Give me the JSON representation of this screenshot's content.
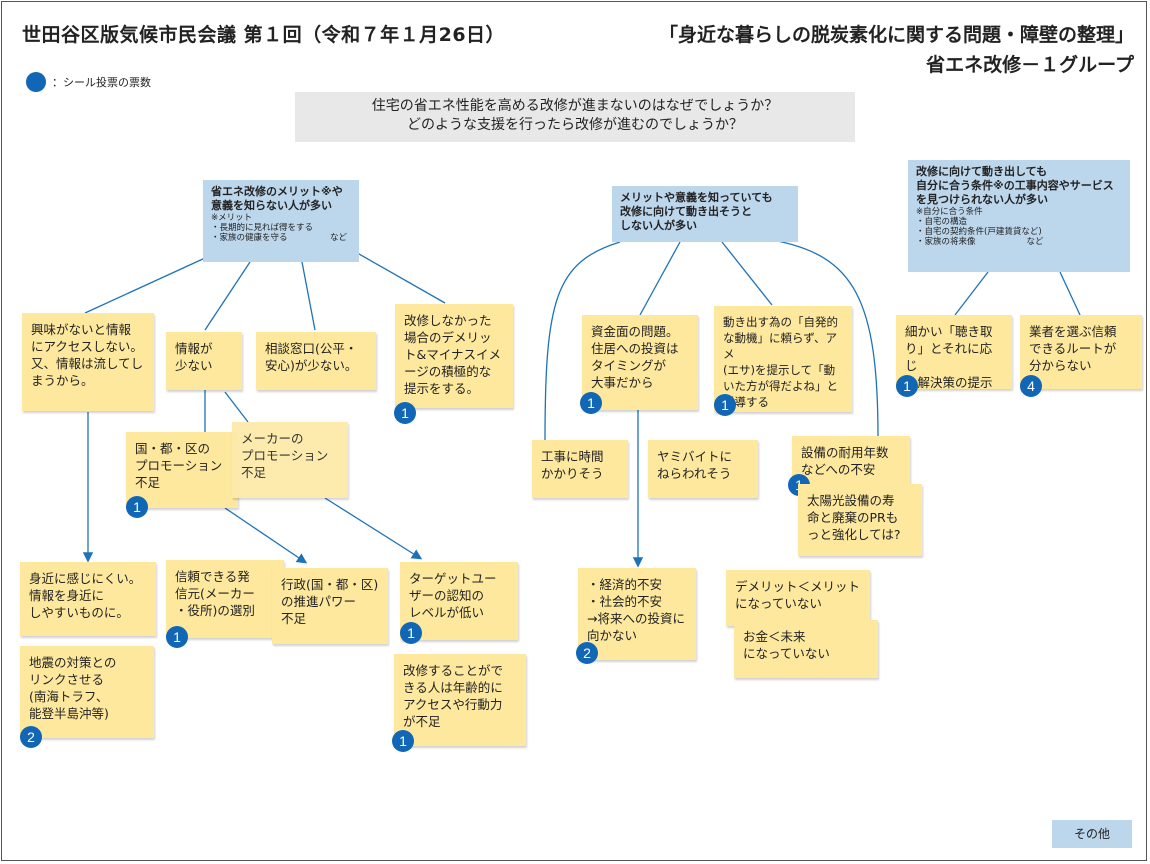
{
  "header": {
    "title_left": "世田谷区版気候市民会議 第１回（令和７年１月26日）",
    "title_right": "「身近な暮らしの脱炭素化に関する問題・障壁の整理」",
    "subtitle": "省エネ改修－１グループ"
  },
  "legend": {
    "label": "：シール投票の票数",
    "color": "#1266b6"
  },
  "question": {
    "line1": "住宅の省エネ性能を高める改修が進まないのはなぜでしょうか？",
    "line2": "どのような支援を行ったら改修が進むのでしょうか？"
  },
  "heads": {
    "h1": {
      "main1": "省エネ改修のメリット※や",
      "main2": "意義を知らない人が多い",
      "n1": "※メリット",
      "n2": "・長期的に見れば得をする",
      "n3": "・家族の健康を守る　　　　　など"
    },
    "h2": {
      "main1": "メリットや意義を知っていても",
      "main2": "改修に向けて動き出そうと",
      "main3": "しない人が多い"
    },
    "h3": {
      "main1": "改修に向けて動き出しても",
      "main2": "自分に合う条件※の工事内容やサービス",
      "main3": "を見つけられない人が多い",
      "n1": "※自分に合う条件",
      "n2": "・自宅の構造",
      "n3": "・自宅の契約条件(戸建賃貸など)",
      "n4": "・家族の将来像　　　　　　など"
    }
  },
  "notes": {
    "interest": {
      "l1": "興味がないと情報",
      "l2": "にアクセスしない。",
      "l3": "又、情報は流してし",
      "l4": "まうから。"
    },
    "info_few": {
      "l1": "情報が",
      "l2": "少ない"
    },
    "consult": {
      "l1": "相談窓口(公平・",
      "l2": "安心)が少ない。"
    },
    "demerit": {
      "l1": "改修しなかった",
      "l2": "場合のデメリッ",
      "l3": "ト&マイナスイメ",
      "l4": "ージの積極的な",
      "l5": "提示をする。",
      "votes": "1"
    },
    "promo_gov": {
      "l1": "国・都・区の",
      "l2": "プロモーション",
      "l3": "不足",
      "votes": "1"
    },
    "promo_maker": {
      "l1": "メーカーの",
      "l2": "プロモーション",
      "l3": "不足"
    },
    "close": {
      "l1": "身近に感じにくい。",
      "l2": "情報を身近に",
      "l3": "しやすいものに。"
    },
    "quake": {
      "l1": "地震の対策との",
      "l2": "リンクさせる",
      "l3": "(南海トラフ、",
      "l4": "能登半島沖等)",
      "votes": "2"
    },
    "trust": {
      "l1": "信頼できる発",
      "l2": "信元(メーカー",
      "l3": "・役所)の選別",
      "votes": "1"
    },
    "gov_power": {
      "l1": "行政(国・都・区)",
      "l2": "の推進パワー",
      "l3": "不足"
    },
    "target": {
      "l1": "ターゲットユー",
      "l2": "ザーの認知の",
      "l3": "レベルが低い",
      "votes": "1"
    },
    "age": {
      "l1": "改修することがで",
      "l2": "きる人は年齢的に",
      "l3": "アクセスや行動力",
      "l4": "が不足",
      "votes": "1"
    },
    "funds": {
      "l1": "資金面の問題。",
      "l2": "住居への投資は",
      "l3": "タイミングが",
      "l4": "大事だから",
      "votes": "1"
    },
    "motivation": {
      "l1": "動き出す為の「自発的",
      "l2": "な動機」に頼らず、アメ",
      "l3": "(エサ)を提示して「動",
      "l4": "いた方が得だよね」と",
      "l5": "誘導する",
      "votes": "1"
    },
    "time": {
      "l1": "工事に時間",
      "l2": "かかりそう"
    },
    "yami": {
      "l1": "ヤミバイトに",
      "l2": "ねらわれそう"
    },
    "lifespan": {
      "l1": "設備の耐用年数",
      "l2": "などへの不安",
      "votes": "1"
    },
    "solar": {
      "l1": "太陽光設備の寿",
      "l2": "命と廃棄のPRも",
      "l3": "っと強化しては?"
    },
    "econ": {
      "l1": "・経済的不安",
      "l2": "・社会的不安",
      "l3": "→将来への投資に",
      "l4": "向かない",
      "votes": "2"
    },
    "demerit_merit": {
      "l1": "デメリット＜メリット",
      "l2": "になっていない"
    },
    "money": {
      "l1": "お金＜未来",
      "l2": "になっていない"
    },
    "listen": {
      "l1": "細かい「聴き取",
      "l2": "り」とそれに応じ",
      "l3": "た解決策の提示",
      "votes": "1"
    },
    "vendor": {
      "l1": "業者を選ぶ信頼",
      "l2": "できるルートが",
      "l3": "分からない",
      "votes": "4"
    }
  },
  "other": {
    "label": "その他"
  }
}
